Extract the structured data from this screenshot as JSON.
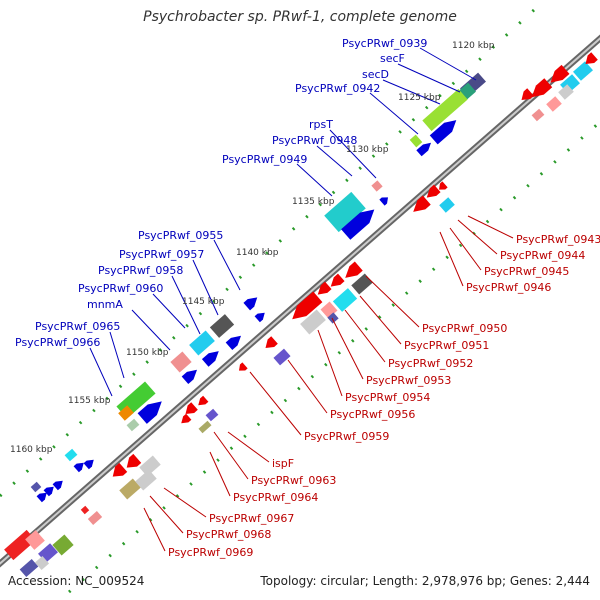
{
  "title": "Psychrobacter sp. PRwf-1, complete genome",
  "footer": {
    "accession": "Accession: NC_009524",
    "summary": "Topology: circular; Length: 2,978,976 bp; Genes: 2,444"
  },
  "colors": {
    "backbone": "#888888",
    "label_top": "#0000bb",
    "label_bottom": "#bb0000",
    "tick_dots": "#2a9a2a",
    "kbp_text": "#333333"
  },
  "ticks": [
    "1120 kbp",
    "1125 kbp",
    "1130 kbp",
    "1135 kbp",
    "1140 kbp",
    "1145 kbp",
    "1150 kbp",
    "1155 kbp",
    "1160 kbp"
  ],
  "genes_top": [
    {
      "label": "PsycPRwf_0939"
    },
    {
      "label": "secF"
    },
    {
      "label": "secD"
    },
    {
      "label": "PsycPRwf_0942"
    },
    {
      "label": "rpsT"
    },
    {
      "label": "PsycPRwf_0948"
    },
    {
      "label": "PsycPRwf_0949"
    },
    {
      "label": "PsycPRwf_0955"
    },
    {
      "label": "PsycPRwf_0957"
    },
    {
      "label": "PsycPRwf_0958"
    },
    {
      "label": "PsycPRwf_0960"
    },
    {
      "label": "mnmA"
    },
    {
      "label": "PsycPRwf_0965"
    },
    {
      "label": "PsycPRwf_0966"
    }
  ],
  "genes_bottom": [
    {
      "label": "PsycPRwf_0943"
    },
    {
      "label": "PsycPRwf_0944"
    },
    {
      "label": "PsycPRwf_0945"
    },
    {
      "label": "PsycPRwf_0946"
    },
    {
      "label": "PsycPRwf_0950"
    },
    {
      "label": "PsycPRwf_0951"
    },
    {
      "label": "PsycPRwf_0952"
    },
    {
      "label": "PsycPRwf_0953"
    },
    {
      "label": "PsycPRwf_0954"
    },
    {
      "label": "PsycPRwf_0956"
    },
    {
      "label": "PsycPRwf_0959"
    },
    {
      "label": "ispF"
    },
    {
      "label": "PsycPRwf_0963"
    },
    {
      "label": "PsycPRwf_0964"
    },
    {
      "label": "PsycPRwf_0967"
    },
    {
      "label": "PsycPRwf_0968"
    },
    {
      "label": "PsycPRwf_0969"
    }
  ]
}
